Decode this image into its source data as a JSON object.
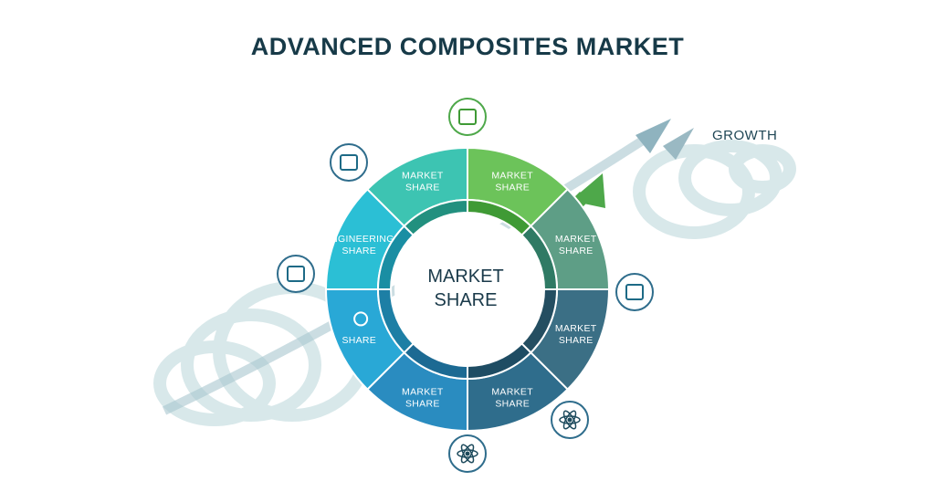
{
  "title": "ADVANCED COMPOSITES MARKET",
  "growth_label": "GROWTH",
  "center": {
    "line1": "MARKET",
    "line2": "SHARE"
  },
  "segments": [
    {
      "line1": "MARKET",
      "line2": "SHARE",
      "color": "#6cc35a",
      "inner_color": "#3f9a35"
    },
    {
      "line1": "MARKET",
      "line2": "SHARE",
      "color": "#5e9e86",
      "inner_color": "#2f7a64"
    },
    {
      "line1": "MARKET",
      "line2": "SHARE",
      "color": "#3b6f85",
      "inner_color": "#244e61"
    },
    {
      "line1": "MARKET",
      "line2": "SHARE",
      "color": "#2f6d8c",
      "inner_color": "#1e4c63"
    },
    {
      "line1": "MARKET",
      "line2": "SHARE",
      "color": "#2a8cc0",
      "inner_color": "#1c6a93"
    },
    {
      "line1": "",
      "line2": "SHARE",
      "color": "#29a8d6",
      "inner_color": "#1d7fa5"
    },
    {
      "line1": "ENGINEERING",
      "line2": "SHARE",
      "color": "#2bbfd5",
      "inner_color": "#1a8ea3"
    },
    {
      "line1": "MARKET",
      "line2": "SHARE",
      "color": "#3dc4b2",
      "inner_color": "#22907f"
    }
  ],
  "outer_icons": [
    {
      "name": "factory-icon"
    },
    {
      "name": "circuit-icon"
    },
    {
      "name": "network-icon"
    },
    {
      "name": "atom-icon"
    },
    {
      "name": "atom-icon"
    },
    {
      "name": "industry-icon"
    }
  ],
  "colors": {
    "title": "#173a48",
    "swoosh": "#c9dfe0",
    "arrow": "#8fb3bf"
  }
}
